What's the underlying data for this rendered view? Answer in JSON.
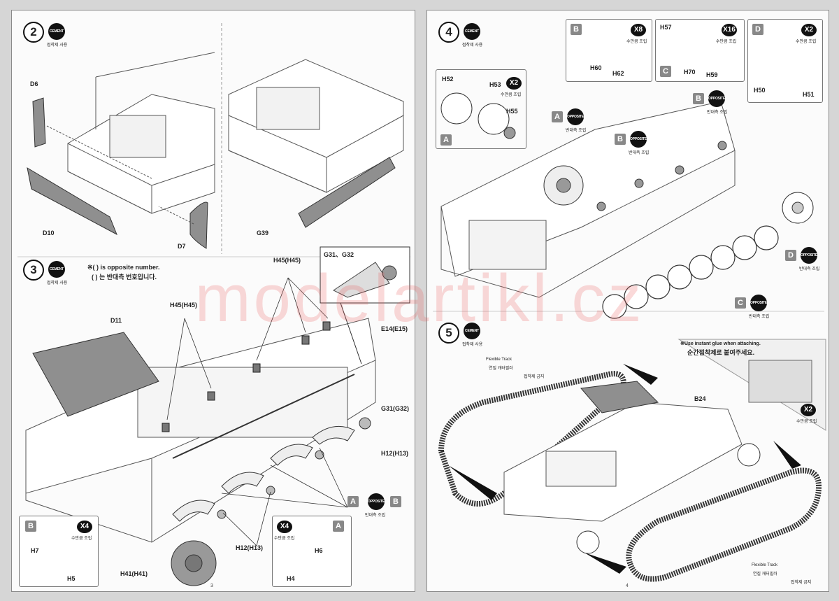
{
  "left_page": {
    "page_number": "3",
    "step2": {
      "number": "2",
      "cement_badge": "CEMENT",
      "cement_caption": "접착제 사용",
      "parts": {
        "d6": "D6",
        "d10": "D10",
        "d7": "D7",
        "g39": "G39"
      }
    },
    "step3": {
      "number": "3",
      "cement_badge": "CEMENT",
      "cement_caption": "접착제 사용",
      "note_en": "※( ) is opposite number.",
      "note_ko": "( ) 는 반대측 번호입니다.",
      "parts": {
        "d11": "D11",
        "h45_a": "H45(H45)",
        "h45_b": "H45(H45)",
        "g31_g32": "G31、G32",
        "e14": "E14(E15)",
        "g31": "G31(G32)",
        "h12_a": "H12(H13)",
        "h12_b": "H12(H13)",
        "h41": "H41(H41)"
      },
      "opposite_ref": {
        "left": "A",
        "badge": "OPPOSITE",
        "caption": "반대측 조립",
        "right": "B"
      },
      "sub_b": {
        "letter": "B",
        "count": "X4",
        "count_caption": "수만큼 조립",
        "parts": [
          "H7",
          "H5"
        ]
      },
      "sub_a": {
        "letter": "A",
        "count": "X4",
        "count_caption": "수만큼 조립",
        "parts": [
          "H6",
          "H4"
        ]
      }
    }
  },
  "right_page": {
    "page_number": "4",
    "step4": {
      "number": "4",
      "cement_badge": "CEMENT",
      "cement_caption": "접착제 사용",
      "sub_a": {
        "letter": "A",
        "count": "X2",
        "count_caption": "수만큼 조립",
        "parts": [
          "H52",
          "H53",
          "H55"
        ]
      },
      "sub_b": {
        "letter": "B",
        "count": "X8",
        "count_caption": "수만큼 조립",
        "parts": [
          "H60",
          "H62"
        ]
      },
      "sub_c": {
        "letter": "C",
        "count": "X16",
        "count_caption": "수만큼 조립",
        "parts": [
          "H57",
          "H70",
          "H59"
        ]
      },
      "sub_d": {
        "letter": "D",
        "count": "X2",
        "count_caption": "수만큼 조립",
        "parts": [
          "H50",
          "H51"
        ]
      },
      "callouts": {
        "a": {
          "letter": "A",
          "badge": "OPPOSITE",
          "caption": "반대측 조립"
        },
        "b1": {
          "letter": "B",
          "badge": "OPPOSITE",
          "caption": "반대측 조립"
        },
        "b2": {
          "letter": "B",
          "badge": "OPPOSITE",
          "caption": "반대측 조립"
        },
        "c": {
          "letter": "C",
          "badge": "OPPOSITE",
          "caption": "반대측 조립"
        },
        "d": {
          "letter": "D",
          "badge": "OPPOSITE",
          "caption": "반대측 조립"
        }
      }
    },
    "step5": {
      "number": "5",
      "cement_badge": "CEMENT",
      "cement_caption": "접착제 사용",
      "track_left": {
        "en": "Flexible Track",
        "ko": "연질 캐터필러",
        "no_cement": "접착제 금지"
      },
      "track_right": {
        "en": "Flexible Track",
        "ko": "연질 캐터필러",
        "no_cement": "접착제 금지"
      },
      "part_b24": "B24",
      "glue_note_en": "※Use instant glue when attaching.",
      "glue_note_ko": "순간접착제로 붙여주세요.",
      "count": "X2",
      "count_caption": "수만큼 조립"
    }
  },
  "watermark": "modelartikl.cz",
  "colors": {
    "paper": "#fbfbfb",
    "ink": "#111111",
    "grey_part": "#8f8f8f",
    "watermark": "#e65050"
  }
}
